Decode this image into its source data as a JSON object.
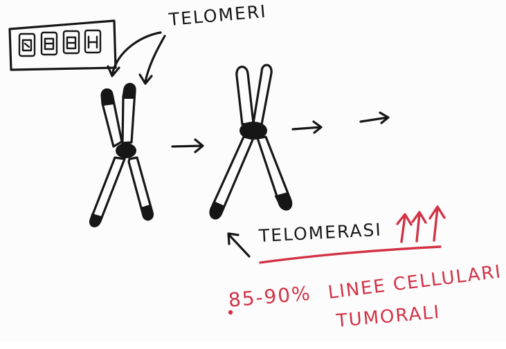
{
  "diagram": {
    "telomeres_label": "TELOMERI",
    "telomerase_label": "TELOMERASI",
    "percent_label": "85-90%",
    "cell_lines_label": "LINEE CELLULARI",
    "tumor_label": "TUMORALI"
  },
  "colors": {
    "ink": "#161616",
    "highlight_red": "#d23246",
    "background": "#fcfcfc"
  }
}
